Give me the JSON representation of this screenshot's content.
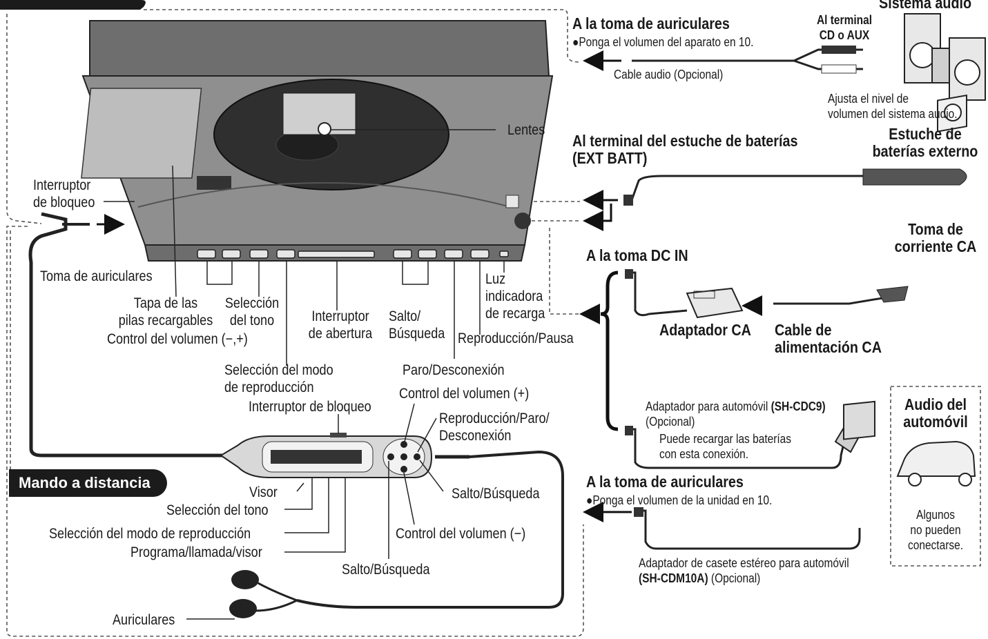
{
  "labels": {
    "lentes": "Lentes",
    "interruptor_bloqueo_main": [
      "Interruptor",
      "de bloqueo"
    ],
    "toma_auriculares": "Toma de auriculares",
    "tapa_pilas": [
      "Tapa de las",
      "pilas recargables"
    ],
    "seleccion_tono": [
      "Selección",
      "del tono"
    ],
    "control_volumen": "Control del volumen (−,+)",
    "interruptor_abertura": [
      "Interruptor",
      "de abertura"
    ],
    "salto_busqueda_main": [
      "Salto/",
      "Búsqueda"
    ],
    "luz_indicadora": [
      "Luz",
      "indicadora",
      "de recarga"
    ],
    "reproduccion_pausa": "Reproducción/Pausa",
    "seleccion_modo": [
      "Selección del modo",
      "de reproducción"
    ],
    "paro_desconexion": "Paro/Desconexión"
  },
  "audio": {
    "heading": "A la toma de auriculares",
    "note": "●Ponga el volumen del aparato en 10.",
    "cable": "Cable audio (Opcional)",
    "terminal": [
      "Al terminal",
      "CD o AUX"
    ],
    "system": "Sistema audio",
    "adjust": [
      "Ajusta el nivel de",
      "volumen del sistema audio."
    ]
  },
  "battery": {
    "heading": [
      "Al terminal del estuche de baterías",
      "(EXT BATT)"
    ],
    "case": [
      "Estuche de",
      "baterías externo"
    ]
  },
  "dc": {
    "heading": "A la toma DC IN",
    "outlet": [
      "Toma de",
      "corriente CA"
    ],
    "adapter": "Adaptador CA",
    "cable": [
      "Cable de",
      "alimentación CA"
    ],
    "car_adapter": "Adaptador para automóvil ",
    "car_model": "(SH-CDC9)",
    "optional": "(Opcional)",
    "recharge": [
      "Puede recargar las baterías",
      "con esta conexión."
    ]
  },
  "car": {
    "title": [
      "Audio del",
      "automóvil"
    ],
    "note": [
      "Algunos",
      "no pueden",
      "conectarse."
    ],
    "heading": "A la toma de auriculares",
    "note2": "●Ponga el volumen de la unidad en 10.",
    "cassette": "Adaptador de casete estéreo para automóvil",
    "cassette_model": "(SH-CDM10A)",
    "cassette_optional": " (Opcional)"
  },
  "remote": {
    "tab": "Mando a distancia",
    "vol_plus": "Control del volumen (+)",
    "lock": "Interruptor de bloqueo",
    "play_stop": [
      "Reproducción/Paro/",
      "Desconexión"
    ],
    "display": "Visor",
    "tone": "Selección del tono",
    "mode": "Selección del modo de reproducción",
    "program": "Programa/llamada/visor",
    "skip_right": "Salto/Búsqueda",
    "vol_minus": "Control del volumen (−)",
    "skip_bottom": "Salto/Búsqueda",
    "earphones": "Auriculares"
  }
}
